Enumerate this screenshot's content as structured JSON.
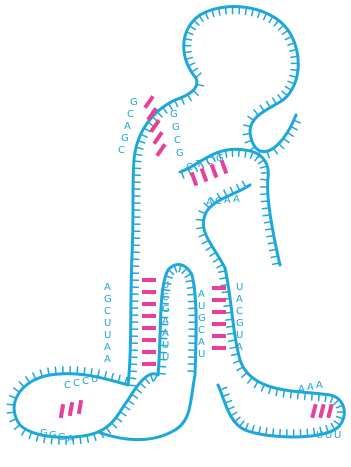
{
  "colors": {
    "strand": "#1ea7dc",
    "pair": "#e8409a",
    "background": "#ffffff"
  },
  "labels": {
    "stem_top_left": [
      "G",
      "C",
      "A",
      "G",
      "C"
    ],
    "stem_top_right": [
      "G",
      "G",
      "C",
      "G"
    ],
    "stem_mid_top": [
      "C",
      "T",
      "C",
      "G"
    ],
    "stem_mid_bottom": [
      "A",
      "C",
      "A",
      "A"
    ],
    "col_left": [
      "A",
      "G",
      "C",
      "U",
      "U",
      "A",
      "A"
    ],
    "col_mid": [
      "U",
      "C",
      "G",
      "A",
      "A",
      "U",
      "U"
    ],
    "col_mid2": [
      "A",
      "U",
      "G",
      "C",
      "A",
      "U"
    ],
    "col_right": [
      "U",
      "A",
      "C",
      "G",
      "U",
      "A"
    ],
    "bottom_left_top": [
      "C",
      "C",
      "C",
      "U"
    ],
    "bottom_left_bottom": [
      "G",
      "G",
      "G",
      "A"
    ],
    "bottom_right_top": [
      "A",
      "A",
      "A"
    ],
    "bottom_right_bottom": [
      "U",
      "U",
      "U"
    ]
  }
}
